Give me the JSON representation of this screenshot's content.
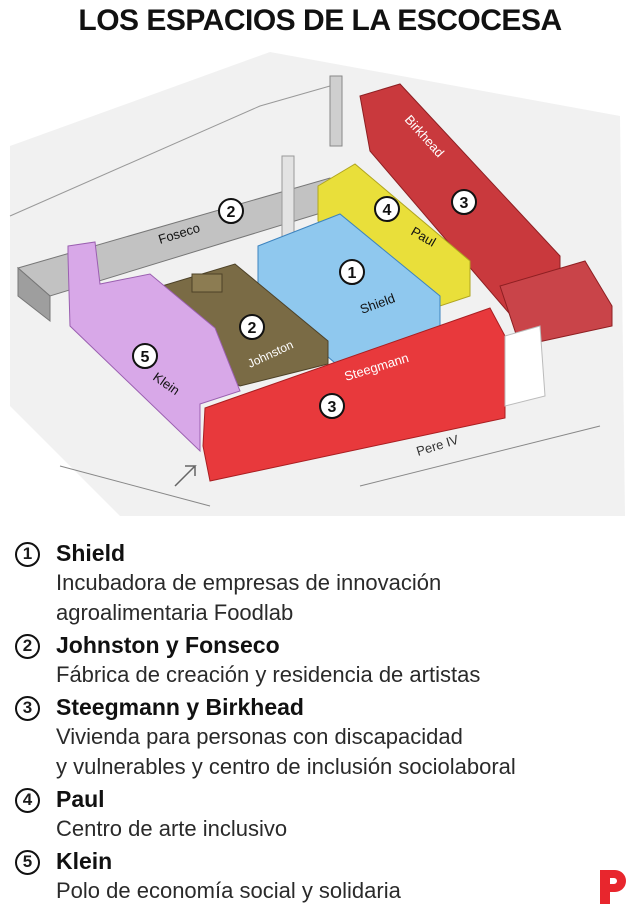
{
  "title": "LOS ESPACIOS DE LA ESCOCESA",
  "buildings": {
    "shield": "Shield",
    "johnston": "Johnston",
    "foseco": "Foseco",
    "paul": "Paul",
    "klein": "Klein",
    "steegmann": "Steegmann",
    "birkhead": "Birkhead"
  },
  "street": "Pere IV",
  "markers": [
    "1",
    "2",
    "3",
    "4",
    "5"
  ],
  "legend": [
    {
      "num": "1",
      "name": "Shield",
      "desc": [
        "Incubadora de empresas de innovación",
        "agroalimentaria Foodlab"
      ]
    },
    {
      "num": "2",
      "name": "Johnston y Fonseco",
      "desc": [
        "Fábrica de creación y residencia de artistas"
      ]
    },
    {
      "num": "3",
      "name": "Steegmann y Birkhead",
      "desc": [
        "Vivienda para personas con discapacidad",
        "y vulnerables y centro de inclusión sociolaboral"
      ]
    },
    {
      "num": "4",
      "name": "Paul",
      "desc": [
        "Centro de arte inclusivo"
      ]
    },
    {
      "num": "5",
      "name": "Klein",
      "desc": [
        "Polo de economía social y solidaria"
      ]
    }
  ],
  "colors": {
    "shield": "#8fc8ee",
    "johnston": "#7a6b45",
    "foseco": "#b5b5b5",
    "paul": "#e9df3a",
    "klein": "#d8a8e8",
    "steegmann": "#e8393c",
    "birkhead": "#c9393d",
    "logo": "#e8262d"
  },
  "logo_icon": "periodico-logo-p"
}
